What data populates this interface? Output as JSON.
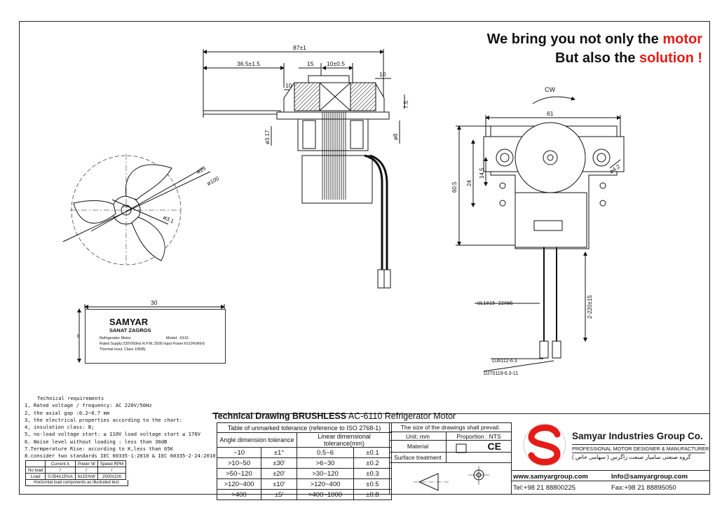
{
  "slogan": {
    "line1_prefix": "We bring you not only the ",
    "line1_highlight": "motor",
    "line2_prefix": "But also the ",
    "line2_highlight": "solution !"
  },
  "colors": {
    "accent": "#e41b17",
    "ink": "#111111"
  },
  "dimensions": {
    "total_length": "87±1",
    "shaft_length": "36.5±1.5",
    "d15": "15",
    "d10_05": "10±0.5",
    "d10_right": "10",
    "d10_left": "10",
    "shaft_dia": "ø3.17",
    "d7_5": "7.5",
    "d8": "ø8",
    "width_61": "61",
    "rotation": "CW",
    "height_60_5": "60.5",
    "d24": "24",
    "d14_5": "14.5",
    "hole_dia": "ø4.2",
    "fan_hub": "ø25",
    "fan_dia": "ø100",
    "fan_bore": "ø3.1",
    "fan_rotation": "CW",
    "label_width": "30",
    "label_height": "8",
    "lead_length": "2-220±15",
    "wire_spec": "UL1015 22AWG",
    "terminal_1": "DJ6112-6.3",
    "terminal_2": "DJ70119-6.3-11"
  },
  "label_plate": {
    "brand": "SAMYAR",
    "sub": "SANAT ZAGROS",
    "product": "Refrigerator Motor",
    "model": "Model:    -6110",
    "line2": "Rated Supply:220V/50Hz   R.P.M.:2500   Input Power:6±10%W(H)",
    "line3": "Thermal Insul. Class 105(B)"
  },
  "requirements": {
    "heading": "Technical requirements",
    "items": [
      "1, Rated voltage / frequency: AC 220V/50Hz",
      "2, the axial gap :0.2~0.7 mm",
      "3, the electrical properties according to the chart:",
      "4, insulation class: B;",
      "5, no-load voltage start: ≤ 110V load voltage start ≤ 176V",
      "6. Noise level without loading : less than 30dB",
      "7.Termperature Rise: according to K,less than 65K",
      "8.consider two standards IEC 60335-1:2010 & IEC 60335-2-24:2010"
    ]
  },
  "spec_table": {
    "headers": [
      "",
      "Current A",
      "Power W",
      "Speed RPM"
    ],
    "rows": [
      [
        "No load",
        "/",
        "/",
        "/"
      ],
      [
        "Load",
        "0.054±15%A",
        "6±15%W",
        "2500±100"
      ]
    ],
    "footer": "Horizontal load components as illustrated test:"
  },
  "title_block": {
    "title_bold": "Technical Drawing BRUSHLESS",
    "title_rest": " AC-6110 Refrigerator Motor",
    "tol_header": "Table of unmarked tolerance (reference to ISO 2768-1)",
    "angle_header": "Angle dimension tolerance",
    "linear_header": "Linear dimensional tolerance(mm)",
    "angle_rows": [
      [
        "~10",
        "±1°"
      ],
      [
        ">10~50",
        "±30'"
      ],
      [
        ">50~120",
        "±20'"
      ],
      [
        ">120~400",
        "±10'"
      ],
      [
        ">400",
        "±5'"
      ]
    ],
    "linear_rows": [
      [
        "0.5~6",
        "±0.1"
      ],
      [
        ">6~30",
        "±0.2"
      ],
      [
        ">30~120",
        "±0.3"
      ],
      [
        ">120~400",
        "±0.5"
      ],
      [
        ">400~1000",
        "±0.8"
      ]
    ],
    "prevail": "The size of the drawings shall prevail.",
    "unit": "Unit: mm",
    "proportion": "Proportion : NTS",
    "material": "Material",
    "surface": "Surface treatment",
    "ce": "CE"
  },
  "company": {
    "name": "Samyar Industries Group Co.",
    "tagline": "PROFESSIONAL MOTOR DESIGNER & MANUFACTURER",
    "farsi": "گروه صنعتی سامیار صنعت زاگرس ( سهامی خاص )",
    "web": "www.samyargroup.com",
    "email": "Info@samyargroup.com",
    "tel": "Tel:+98 21 88800225",
    "fax": "Fax:+98 21 88895050"
  }
}
